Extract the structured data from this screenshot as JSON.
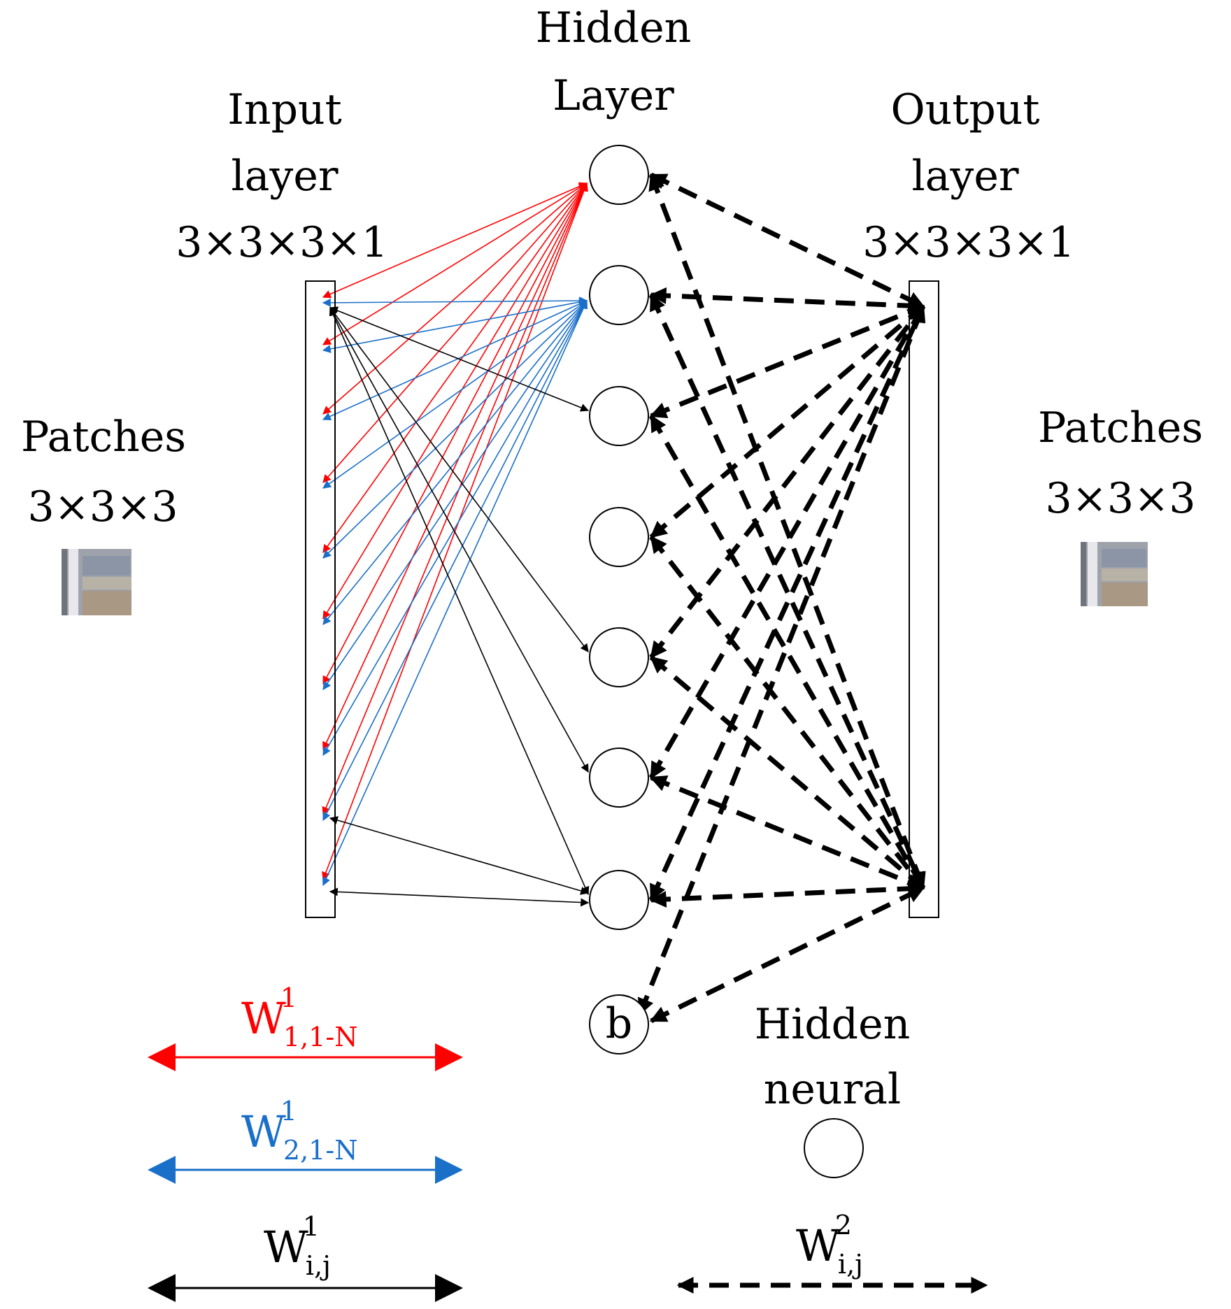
{
  "labels": {
    "hidden_layer_line1": "Hidden",
    "hidden_layer_line2": "Layer",
    "input_layer_line1": "Input",
    "input_layer_line2": "layer",
    "input_layer_dims": "3×3×3×1",
    "output_layer_line1": "Output",
    "output_layer_line2": "layer",
    "output_layer_dims": "3×3×3×1",
    "patches_left": "Patches",
    "patches_left_dims": "3×3×3",
    "patches_right": "Patches",
    "patches_right_dims": "3×3×3",
    "bias_node": "b",
    "hidden_neural_line1": "Hidden",
    "hidden_neural_line2": "neural"
  },
  "legend": {
    "red": {
      "base": "W",
      "sup": "1",
      "sub": "1,1-N"
    },
    "blue": {
      "base": "W",
      "sup": "1",
      "sub": "2,1-N"
    },
    "black": {
      "base": "W",
      "sup": "1",
      "sub": "i,j"
    },
    "dashed": {
      "base": "W",
      "sup": "2",
      "sub": "i,j"
    }
  },
  "colors": {
    "red": "#ff0000",
    "blue": "#1a6fc9",
    "black": "#000000"
  }
}
